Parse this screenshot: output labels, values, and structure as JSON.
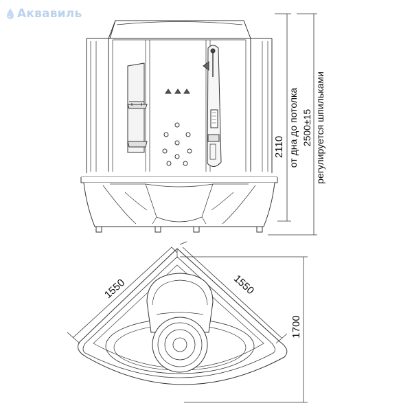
{
  "brand": {
    "name": "Аквавиль"
  },
  "front_view": {
    "height_label": "2110",
    "ceiling_note": "от дна до потолка",
    "ceiling_height": "2500±15",
    "adjust_note": "регулируется шпильками"
  },
  "plan_view": {
    "left_side": "1550",
    "right_side": "1550",
    "depth": "1700"
  }
}
